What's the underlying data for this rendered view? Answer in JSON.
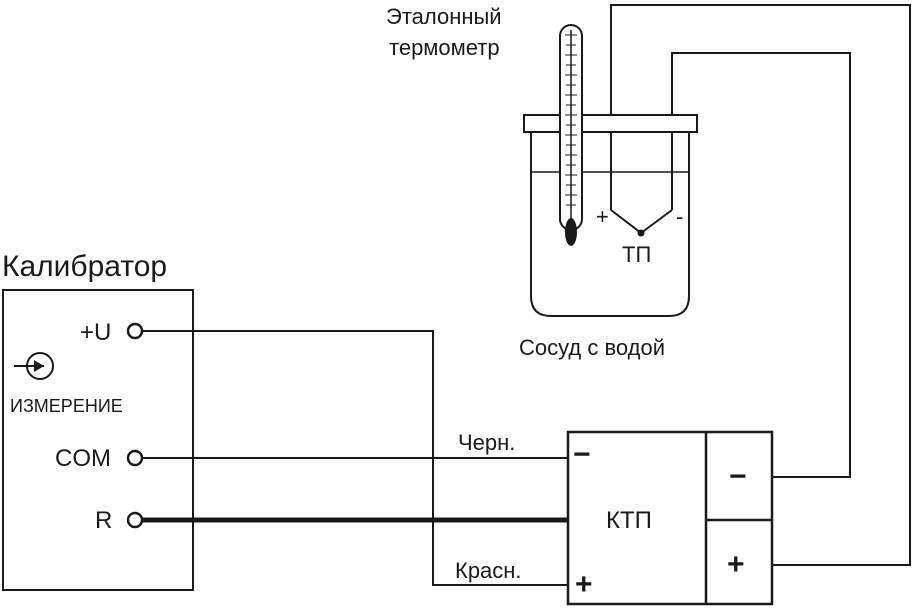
{
  "labels": {
    "thermometer_line1": "Эталонный",
    "thermometer_line2": "термометр",
    "calibrator_title": "Калибратор",
    "terminal_u": "+U",
    "measure_mode": "ИЗМЕРЕНИЕ",
    "terminal_com": "COM",
    "terminal_r": "R",
    "vessel": "Сосуд с водой",
    "tp": "ТП",
    "tp_plus": "+",
    "tp_minus": "-",
    "wire_black": "Черн.",
    "wire_red": "Красн.",
    "ktp": "КТП",
    "ktp_left_minus": "−",
    "ktp_left_plus": "+",
    "ktp_right_minus": "−",
    "ktp_right_plus": "+"
  },
  "icons": {
    "measure": "arrow-into-circle-icon",
    "thermometer": "thermometer-icon"
  }
}
